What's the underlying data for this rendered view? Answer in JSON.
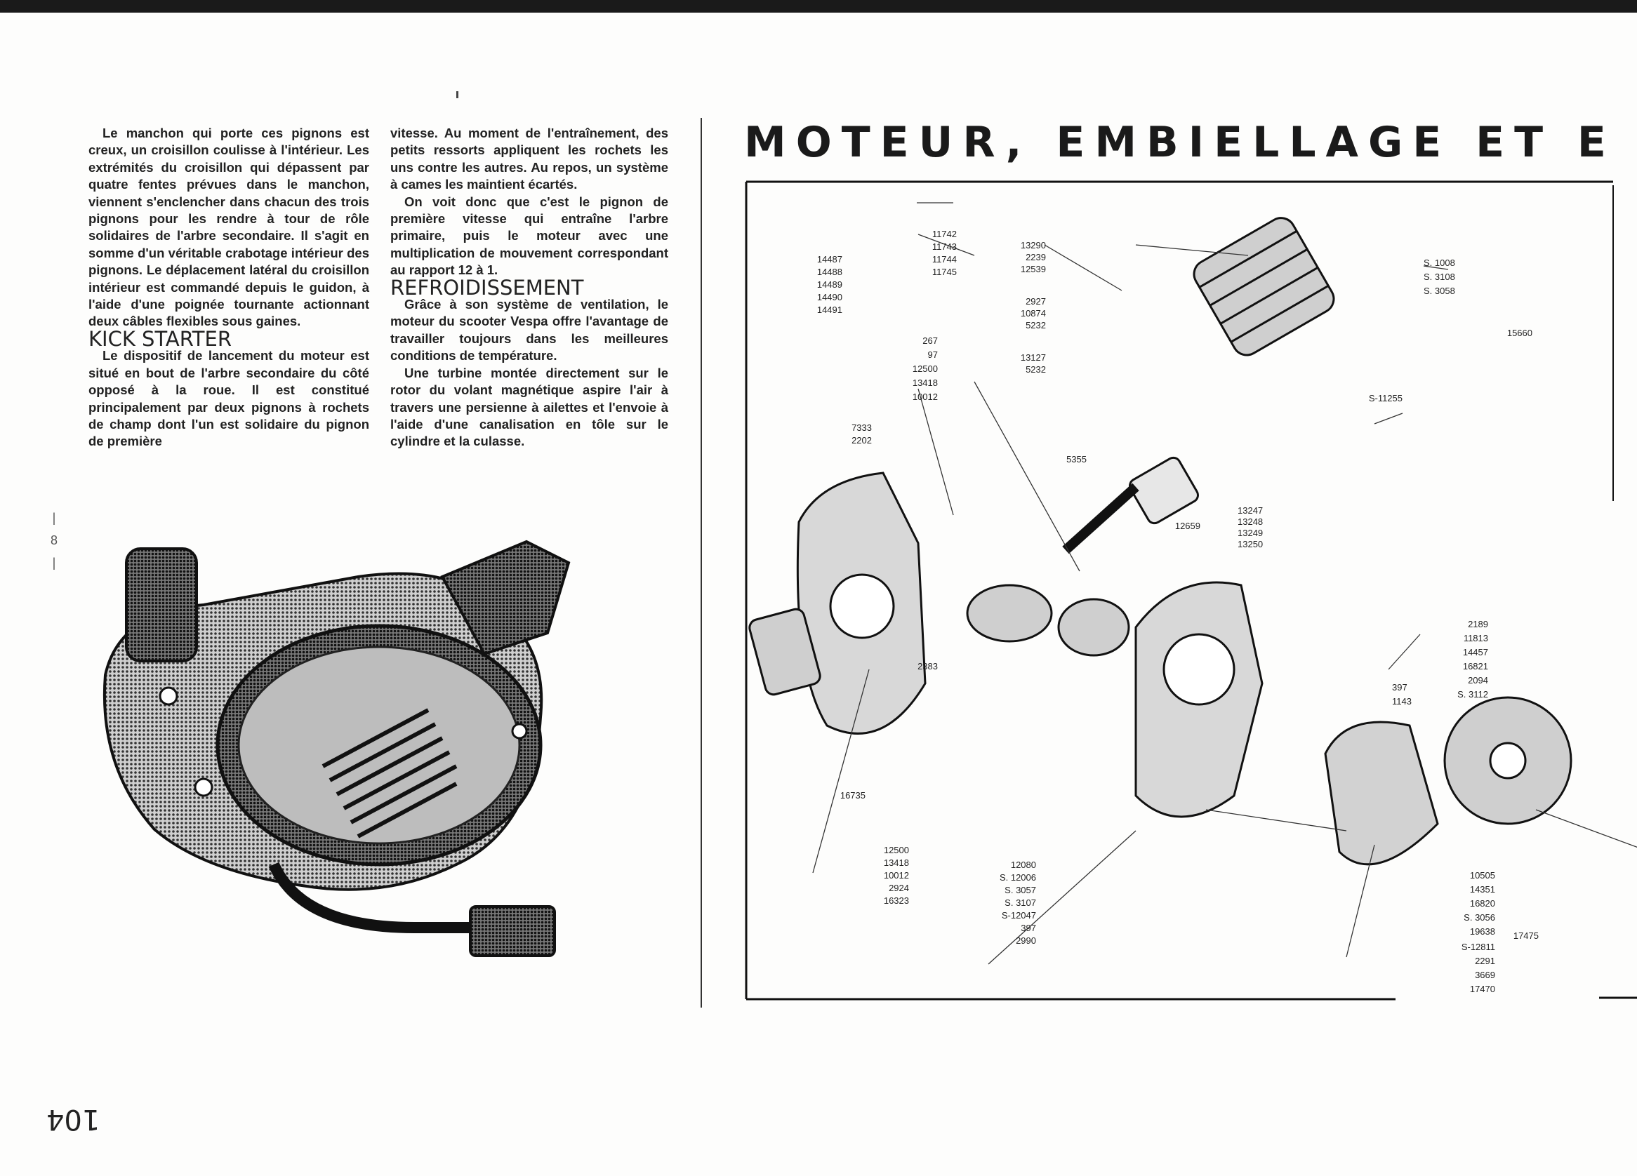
{
  "left_column": {
    "p1": "Le manchon qui porte ces pignons est creux, un croisillon coulisse à l'intérieur. Les extrémités du croisillon qui dépassent par quatre fentes prévues dans le manchon, viennent s'enclencher dans chacun des trois pignons pour les rendre à tour de rôle solidaires de l'arbre secondaire. Il s'agit en somme d'un véritable crabotage intérieur des pignons. Le déplacement latéral du croisillon intérieur est commandé depuis le guidon, à l'aide d'une poignée tournante actionnant deux câbles flexibles sous gaines.",
    "heading": "KICK STARTER",
    "p2": "Le dispositif de lancement du moteur est situé en bout de l'arbre secondaire du côté opposé à la roue. Il est constitué principalement par deux pignons à rochets de champ dont l'un est solidaire du pignon de première"
  },
  "right_column": {
    "p1": "vitesse. Au moment de l'entraînement, des petits ressorts appliquent les rochets les uns contre les autres. Au repos, un système à cames les maintient écartés.",
    "p2": "On voit donc que c'est le pignon de première vitesse qui entraîne l'arbre primaire, puis le moteur avec une multiplication de mouvement correspondant au rapport 12 à 1.",
    "heading": "REFROIDISSEMENT",
    "p3": "Grâce à son système de ventilation, le moteur du scooter Vespa offre l'avantage de travailler toujours dans les meilleures conditions de température.",
    "p4": "Une turbine montée directement sur le rotor du volant magnétique aspire l'air à travers une persienne à ailettes et l'envoie à l'aide d'une canalisation en tôle sur le cylindre et la culasse."
  },
  "margin_mark": "8",
  "page_number": "104",
  "diagram": {
    "title": "MOTEUR, EMBIELLAGE ET E",
    "labels_group_a": [
      "14487",
      "14488",
      "14489",
      "14490",
      "14491"
    ],
    "labels_group_b": [
      "11742",
      "11743",
      "11744",
      "11745"
    ],
    "labels_group_c": [
      "13290",
      "2239",
      "12539"
    ],
    "labels_group_d": [
      "2927",
      "10874",
      "5232"
    ],
    "labels_group_e": [
      "13127",
      "5232"
    ],
    "labels_group_f": [
      "267",
      "97",
      "12500",
      "13418",
      "10012"
    ],
    "labels_group_g": [
      "7333",
      "2202"
    ],
    "labels_group_h": [
      "S. 1008",
      "S. 3108",
      "S. 3058"
    ],
    "label_15660": "15660",
    "label_s11255": "S-11255",
    "label_5355": "5355",
    "label_12659": "12659",
    "labels_group_i": [
      "13247",
      "13248",
      "13249",
      "13250"
    ],
    "label_2383": "2383",
    "labels_group_j": [
      "2189",
      "11813",
      "14457",
      "16821",
      "2094",
      "S. 3112"
    ],
    "labels_group_k": [
      "397",
      "1143"
    ],
    "label_16735": "16735",
    "labels_group_l": [
      "12500",
      "13418",
      "10012",
      "2924",
      "16323"
    ],
    "labels_group_m": [
      "12080",
      "S. 12006",
      "S. 3057",
      "S. 3107",
      "S-12047",
      "397",
      "2990"
    ],
    "labels_group_n": [
      "10505",
      "14351",
      "16820",
      "S. 3056",
      "19638",
      "S-12811",
      "2291",
      "3669",
      "17470"
    ],
    "label_17475": "17475"
  }
}
